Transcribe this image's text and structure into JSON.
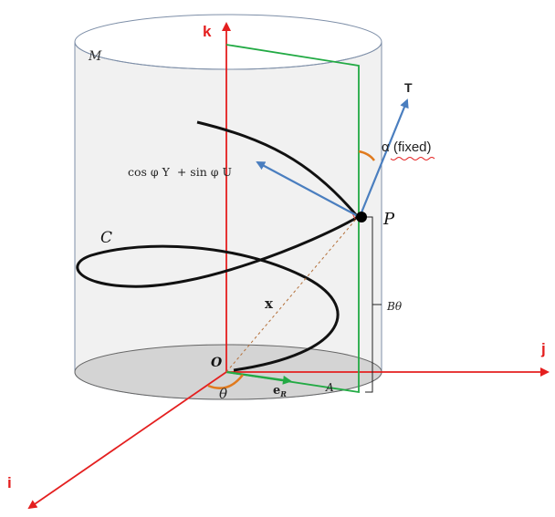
{
  "labels": {
    "k": "k",
    "i": "i",
    "j": "j",
    "T": "T",
    "M": "M",
    "C": "C",
    "P": "P",
    "O": "O",
    "x": "x",
    "alpha": "α (fixed)",
    "btheta": "Bθ",
    "theta": "θ",
    "A": "A",
    "er": "e",
    "er_sub": "R",
    "cosphi": "cos φ Y  + sin φ U"
  },
  "colors": {
    "axis": "#e41f1f",
    "green": "#22aa44",
    "blue": "#4a7ebf",
    "orange": "#e07a1e",
    "curve": "#111111",
    "cylinder": "#7e8fa8",
    "base": "#d4d4d4",
    "body": "#f1f1f1",
    "dashed": "#b4703a"
  }
}
